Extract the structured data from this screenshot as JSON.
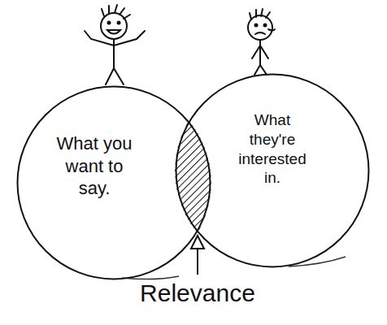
{
  "diagram": {
    "nodes": [
      {
        "text": [
          "What you want to say."
        ]
      },
      {
        "text": [
          "What they're interested in."
        ]
      }
    ],
    "labels": [
      "Relevance"
    ]
  }
}
